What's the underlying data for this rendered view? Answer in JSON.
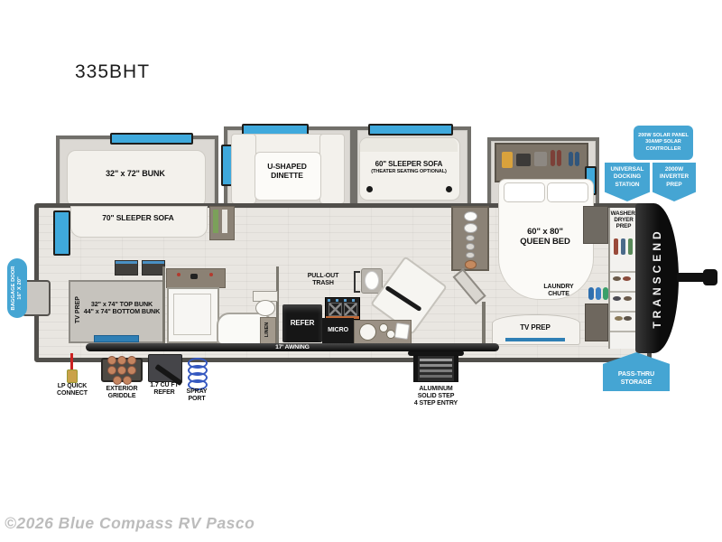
{
  "title": "335BHT",
  "copyright": "©2026 Blue Compass RV Pasco",
  "colors": {
    "badge_blue": "#45a5d3",
    "window_blue": "#3fa9dc",
    "awning_black": "#1a1a1a",
    "accent_strip_blue": "#2f7fb5"
  },
  "badges": {
    "solar": [
      "200W SOLAR PANEL",
      "30AMP SOLAR",
      "CONTROLLER"
    ],
    "docking": [
      "UNIVERSAL",
      "DOCKING",
      "STATION"
    ],
    "inverter": [
      "2000W",
      "INVERTER",
      "PREP"
    ],
    "passthru": [
      "PASS-THRU",
      "STORAGE"
    ],
    "baggage": [
      "BAGGAGE DOOR",
      "16\" X 20\""
    ]
  },
  "rooms": {
    "bunk_slide": "32\" x 72\" BUNK",
    "sofa70": "70\" SLEEPER SOFA",
    "dinette": [
      "U-SHAPED",
      "DINETTE"
    ],
    "sofa60": [
      "60\" SLEEPER SOFA",
      "(THEATER SEATING OPTIONAL)"
    ],
    "queen": [
      "60\" x 80\"",
      "QUEEN BED"
    ],
    "bunks": [
      "32\" x 74\" TOP BUNK",
      "44\" x 74\" BOTTOM BUNK"
    ],
    "tv_prep_bunk": "TV PREP",
    "linen": "LINEN",
    "trash": [
      "PULL-OUT",
      "TRASH"
    ],
    "refer": "REFER",
    "micro": "MICRO",
    "awning": "17' AWNING",
    "laundry": [
      "LAUNDRY",
      "CHUTE"
    ],
    "tv_prep_bed": "TV PREP",
    "washer": [
      "WASHER/",
      "DRYER",
      "PREP"
    ],
    "brand": "TRANSCEND"
  },
  "exterior": {
    "lp": [
      "LP QUICK",
      "CONNECT"
    ],
    "griddle": [
      "EXTERIOR",
      "GRIDDLE"
    ],
    "mini_refer": [
      "1.7 CU FT",
      "REFER"
    ],
    "spray": [
      "SPRAY",
      "PORT"
    ],
    "steps": [
      "ALUMINUM",
      "SOLID STEP",
      "4 STEP ENTRY"
    ]
  }
}
